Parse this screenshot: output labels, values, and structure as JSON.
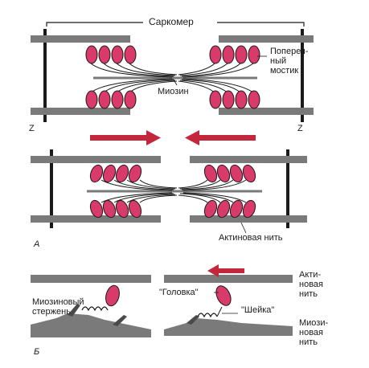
{
  "figure": {
    "colors": {
      "head": "#d83a6a",
      "actin": "#7a7a7a",
      "arrow": "#c4263c",
      "ink": "#1a1a1a"
    },
    "panelA": {
      "sarcomere_label": "Саркомер",
      "cross_bridge_label_1": "Попереч-",
      "cross_bridge_label_2": "ный",
      "cross_bridge_label_3": "мостик",
      "myosin_label": "Миозин",
      "z_left": "Z",
      "z_right": "Z",
      "actin_label": "Актиновая нить",
      "panel_letter": "А"
    },
    "panelB": {
      "panel_letter": "Б",
      "rod_label_1": "Миозиновый",
      "rod_label_2": "стержень",
      "head_label": "\"Головка\"",
      "neck_label": "\"Шейка\"",
      "actin_label_1": "Акти-",
      "actin_label_2": "новая",
      "actin_label_3": "нить",
      "myosin_label_1": "Миози-",
      "myosin_label_2": "новая",
      "myosin_label_3": "нить"
    }
  }
}
